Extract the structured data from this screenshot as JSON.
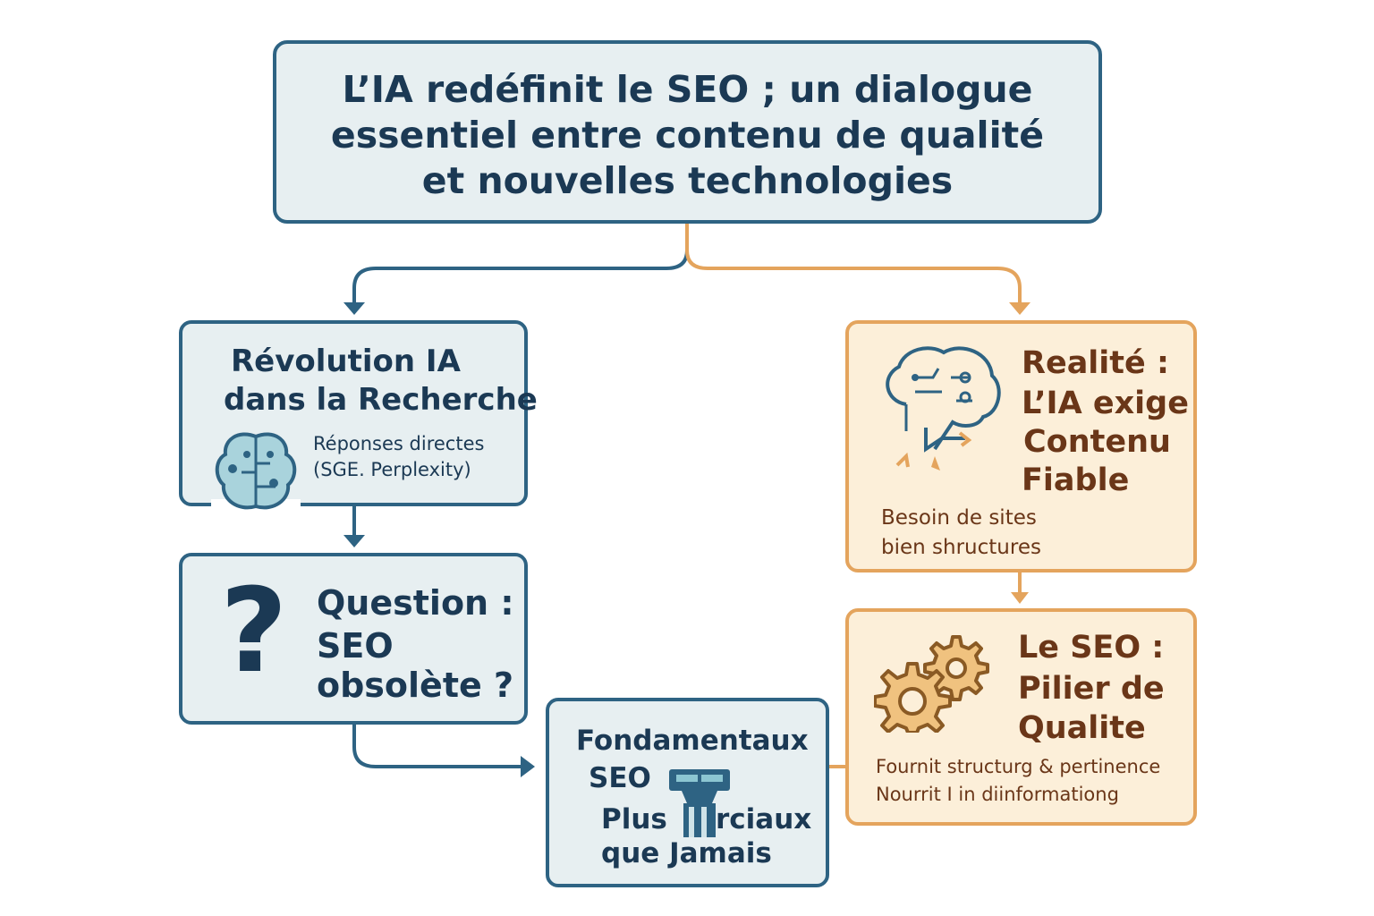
{
  "title": {
    "line1": "L’IA redéfinit le SEO ; un dialogue",
    "line2": "essentiel entre contenu de qualité",
    "line3": "et nouvelles technologies"
  },
  "revolution": {
    "title1": "Révolution IA",
    "title2": "dans la Recherche",
    "sub1": "Réponses directes",
    "sub2": "(SGE. Perplexity)",
    "icon": "brain-icon"
  },
  "question": {
    "mark": "?",
    "line1": "Question :",
    "line2": "SEO",
    "line3": "obsolète ?"
  },
  "fondamentaux": {
    "line1": "Fondamentaux",
    "line2": "SEO",
    "line3a": "Plus",
    "line3b": "rciaux",
    "line4": "que Jamais",
    "icon": "pillar-icon"
  },
  "realite": {
    "line1": "Realité :",
    "line2": "L’IA exige",
    "line3": "Contenu",
    "line4": "Fiable",
    "sub1": "Besoin de sites",
    "sub2": "bien shructures",
    "icon": "ai-head-circuit-icon"
  },
  "pilier": {
    "line1": "Le SEO :",
    "line2": "Pilier de",
    "line3": "Qualite",
    "sub1": "Fournit structurg & pertinence",
    "sub2": "Nourrit I in diinformationg",
    "icon": "gears-icon"
  },
  "colors": {
    "blue_border": "#2e6383",
    "blue_fill": "#e7eff1",
    "blue_text": "#1b3954",
    "orange_border": "#e4a45d",
    "orange_fill": "#fcefd9",
    "orange_text": "#6a3618"
  }
}
